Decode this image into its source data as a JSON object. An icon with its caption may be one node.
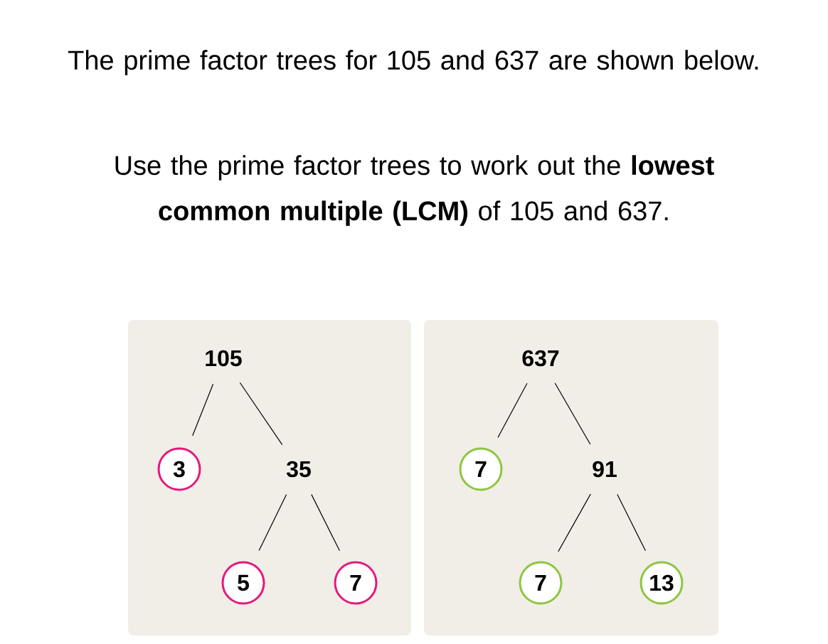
{
  "diagram": {
    "nodes": [
      {
        "text": [],
        "shape": "box"
      },
      {
        "text": [
          "105"
        ],
        "in": 0
      },
      {
        "text": [
          "3"
        ],
        "in": 0
      },
      {
        "text": [
          "35"
        ],
        "in": 0
      },
      {
        "text": [
          "5"
        ],
        "in": 0
      },
      {
        "text": [
          "7"
        ],
        "in": 0
      },
      {
        "text": [],
        "shape": "box"
      },
      {
        "text": [
          "637"
        ],
        "in": 6
      },
      {
        "text": [
          "7"
        ],
        "in": 6
      },
      {
        "text": [
          "91"
        ],
        "in": 6
      },
      {
        "text": [
          "7"
        ],
        "in": 6
      },
      {
        "text": [
          "13"
        ],
        "in": 6
      }
    ],
    "edges": [
      {
        "from": 1,
        "to": 2,
        "arrow": "none"
      },
      {
        "from": 1,
        "to": 3,
        "arrow": "none"
      },
      {
        "from": 3,
        "to": 4,
        "arrow": "none"
      },
      {
        "from": 3,
        "to": 5,
        "arrow": "none"
      },
      {
        "from": 7,
        "to": 8,
        "arrow": "none"
      },
      {
        "from": 7,
        "to": 9,
        "arrow": "none"
      },
      {
        "from": 9,
        "to": 10,
        "arrow": "none"
      },
      {
        "from": 9,
        "to": 11,
        "arrow": "none"
      }
    ],
    "labels": [
      "The prime factor trees for 105 and 637 are shown below.",
      "Use the prime factor trees to work out the **lowest common multiple (LCM)** of 105 and 637."
    ]
  }
}
